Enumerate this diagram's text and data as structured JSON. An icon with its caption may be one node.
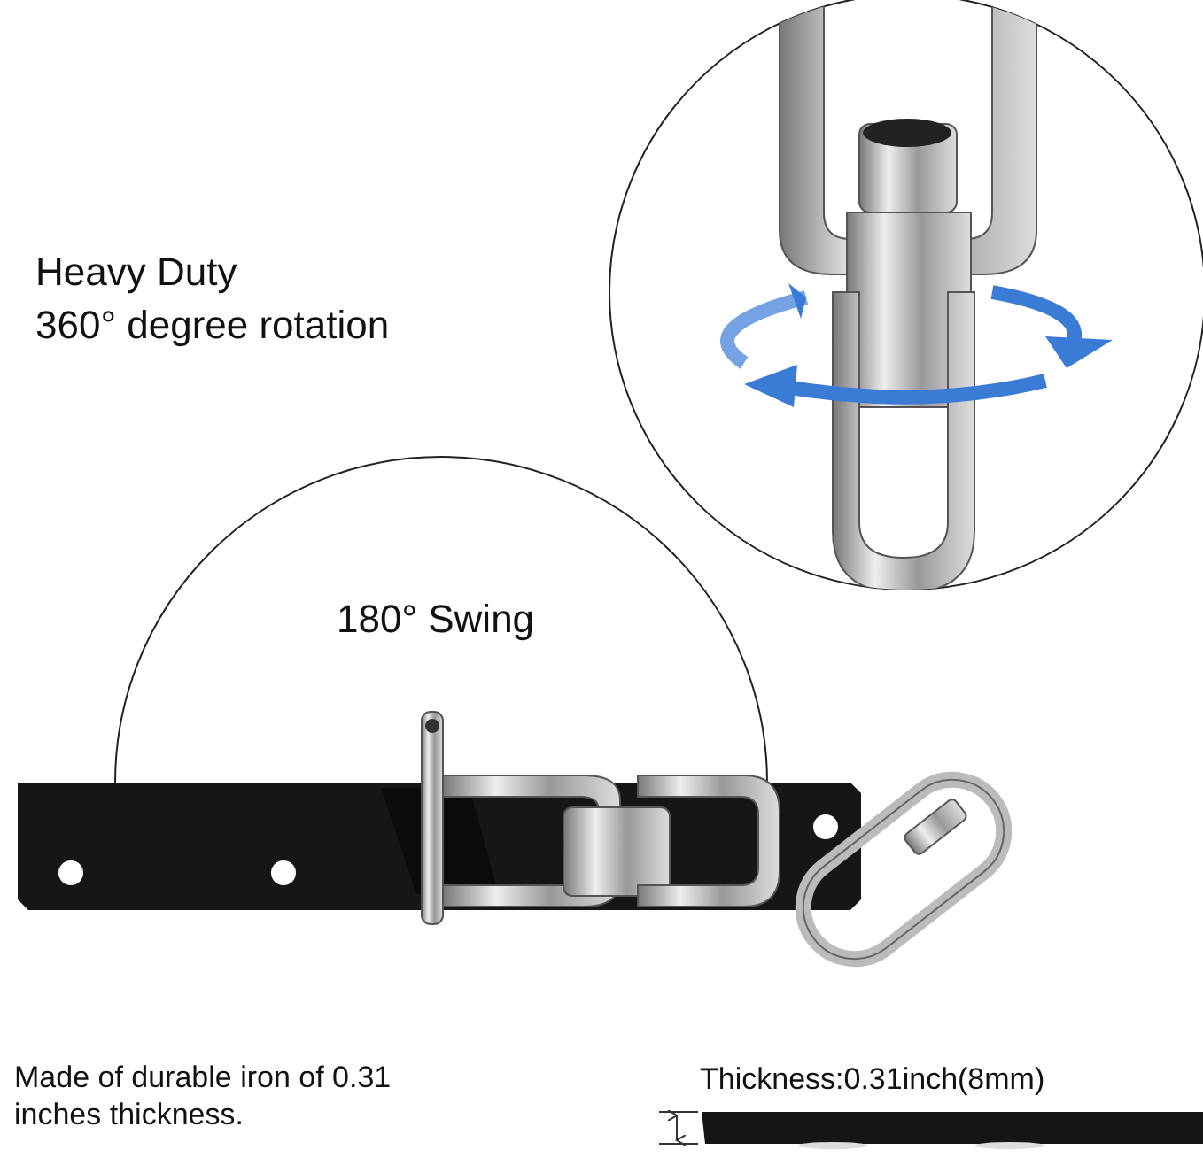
{
  "diagram": {
    "labels": [
      "Heavy Duty",
      "360° degree rotation",
      "180° Swing",
      "Made of durable iron of 0.31 inches thickness.",
      "Thickness:0.31inch(8mm)"
    ]
  }
}
